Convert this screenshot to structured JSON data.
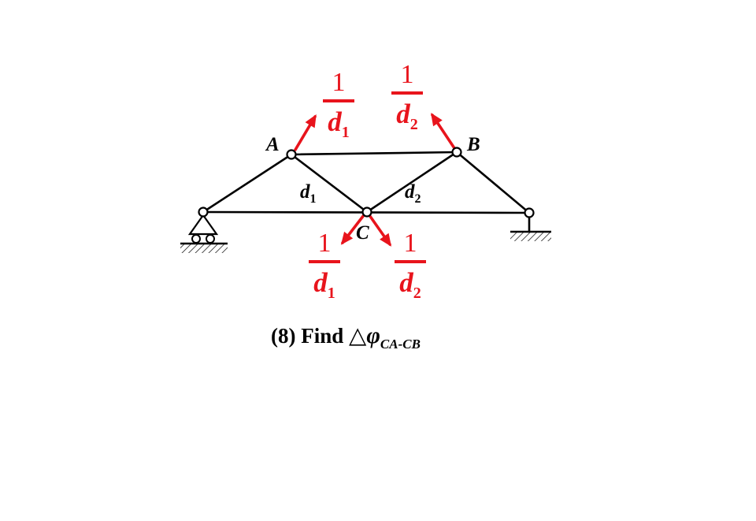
{
  "colors": {
    "accent_red": "#e8141c",
    "ink": "#000000",
    "background": "#ffffff"
  },
  "diagram": {
    "joints": {
      "A": "A",
      "B": "B",
      "C": "C"
    },
    "member_labels": {
      "d1": {
        "base": "d",
        "sub": "1"
      },
      "d2": {
        "base": "d",
        "sub": "2"
      }
    },
    "unit_couples": {
      "top_left": {
        "num": "1",
        "den_base": "d",
        "den_sub": "1"
      },
      "top_right": {
        "num": "1",
        "den_base": "d",
        "den_sub": "2"
      },
      "bottom_left": {
        "num": "1",
        "den_base": "d",
        "den_sub": "1"
      },
      "bottom_right": {
        "num": "1",
        "den_base": "d",
        "den_sub": "2"
      }
    }
  },
  "caption": {
    "prefix": "(8) Find ",
    "delta_symbol": "△",
    "phi_symbol": "φ",
    "subscript": "CA-CB"
  }
}
